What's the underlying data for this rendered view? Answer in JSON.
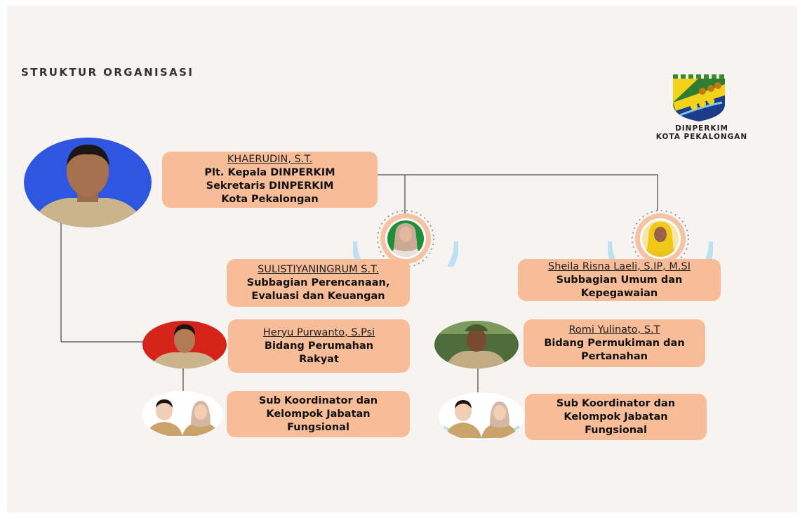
{
  "header": {
    "title": "STRUKTUR ORGANISASI"
  },
  "logo": {
    "line1": "DINPERKIM",
    "line2": "KOTA PEKALONGAN",
    "icon": "city-coat-of-arms"
  },
  "colors": {
    "box": "#f7bd98",
    "connector": "#666666",
    "ring": "#f3c3a3",
    "arc": "#bde0f2"
  },
  "head": {
    "name": "KHAERUDIN, S.T.",
    "line1": "Plt. Kepala DINPERKIM",
    "line2": "Sekretaris DINPERKIM",
    "line3": "Kota Pekalongan"
  },
  "sub_perencanaan": {
    "name": "SULISTIYANINGRUM S.T.",
    "line1": "Subbagian Perencanaan,",
    "line2": "Evaluasi dan Keuangan"
  },
  "sub_umum": {
    "name": "Sheila Risna Laeli, S.IP, M.SI",
    "line1": "Subbagian Umum dan",
    "line2": "Kepegawaian"
  },
  "bidang_perumahan": {
    "name": "Heryu Purwanto, S.Psi",
    "line1": "Bidang Perumahan",
    "line2": "Rakyat"
  },
  "bidang_permukiman": {
    "name": "Romi Yulinato, S.T",
    "line1": "Bidang Permukiman dan",
    "line2": "Pertanahan"
  },
  "koordinator_left": {
    "line1": "Sub Koordinator dan",
    "line2": "Kelompok Jabatan",
    "line3": "Fungsional"
  },
  "koordinator_right": {
    "line1": "Sub Koordinator dan",
    "line2": "Kelompok Jabatan",
    "line3": "Fungsional"
  }
}
